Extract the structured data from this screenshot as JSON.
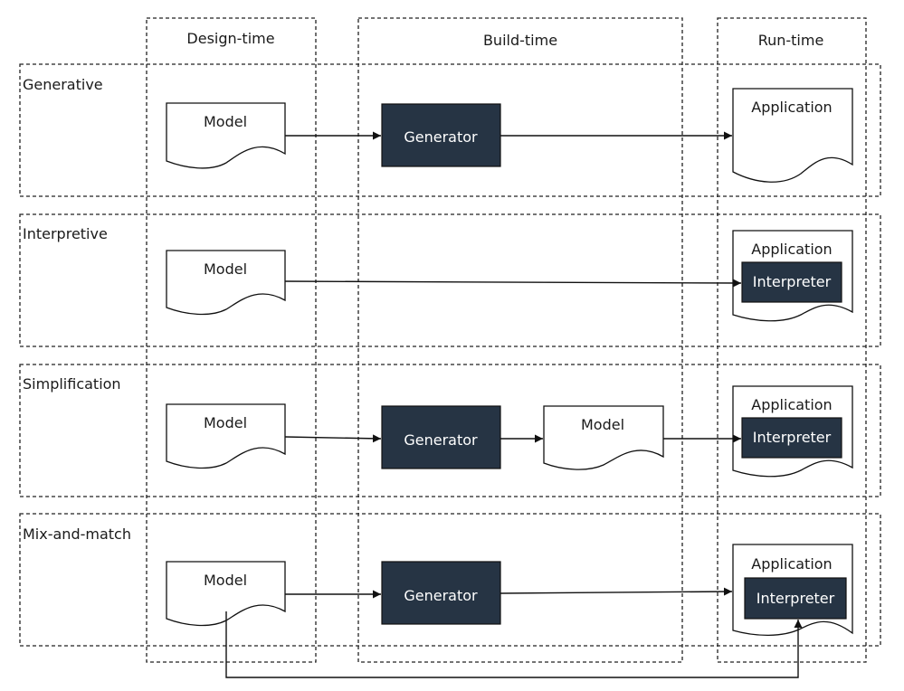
{
  "columns": [
    {
      "id": "design",
      "label": "Design-time"
    },
    {
      "id": "build",
      "label": "Build-time"
    },
    {
      "id": "run",
      "label": "Run-time"
    }
  ],
  "rows": [
    {
      "id": "generative",
      "label": "Generative"
    },
    {
      "id": "interpretive",
      "label": "Interpretive"
    },
    {
      "id": "simplification",
      "label": "Simplification"
    },
    {
      "id": "mixmatch",
      "label": "Mix-and-match"
    }
  ],
  "nodes": {
    "generative": {
      "model": "Model",
      "generator": "Generator",
      "application": "Application"
    },
    "interpretive": {
      "model": "Model",
      "application": "Application",
      "interpreter": "Interpreter"
    },
    "simplification": {
      "model": "Model",
      "generator": "Generator",
      "model2": "Model",
      "application": "Application",
      "interpreter": "Interpreter"
    },
    "mixmatch": {
      "model": "Model",
      "generator": "Generator",
      "application": "Application",
      "interpreter": "Interpreter"
    }
  },
  "edges": [
    {
      "from": "generative.model",
      "to": "generative.generator"
    },
    {
      "from": "generative.generator",
      "to": "generative.application"
    },
    {
      "from": "interpretive.model",
      "to": "interpretive.interpreter"
    },
    {
      "from": "simplification.model",
      "to": "simplification.generator"
    },
    {
      "from": "simplification.generator",
      "to": "simplification.model2"
    },
    {
      "from": "simplification.model2",
      "to": "simplification.interpreter"
    },
    {
      "from": "mixmatch.model",
      "to": "mixmatch.generator"
    },
    {
      "from": "mixmatch.generator",
      "to": "mixmatch.application"
    },
    {
      "from": "mixmatch.model",
      "to": "mixmatch.interpreter"
    }
  ],
  "colors": {
    "box_fill": "#263444",
    "box_text": "#ffffff",
    "line": "#111111"
  }
}
